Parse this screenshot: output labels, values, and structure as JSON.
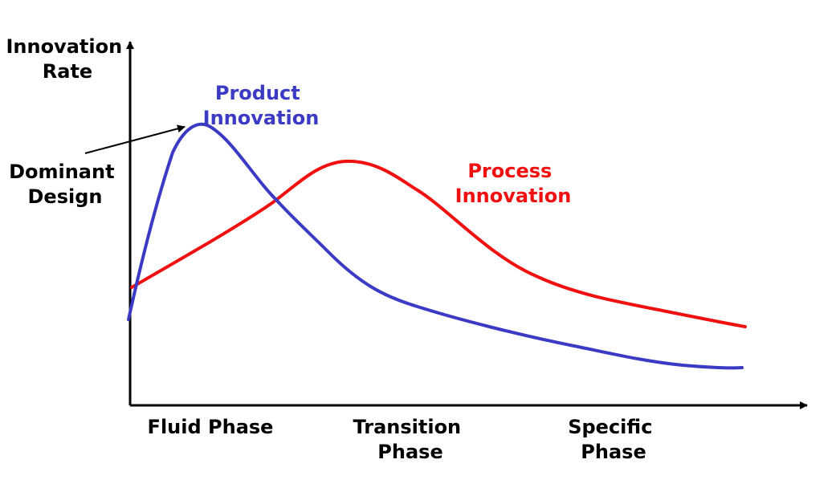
{
  "diagram": {
    "y_axis_label": [
      "Innovation",
      "Rate"
    ],
    "phases": [
      {
        "lines": [
          "Fluid Phase"
        ]
      },
      {
        "lines": [
          "Transition",
          "Phase"
        ]
      },
      {
        "lines": [
          "Specific",
          "Phase"
        ]
      }
    ],
    "curves": [
      {
        "name_lines": [
          "Product",
          "Innovation"
        ],
        "color": "#3a3ac4"
      },
      {
        "name_lines": [
          "Process",
          "Innovation"
        ],
        "color": "#f01010"
      }
    ],
    "annotation": {
      "lines": [
        "Dominant",
        "Design"
      ]
    },
    "colors": {
      "axis": "#000000",
      "text": "#000000"
    }
  }
}
